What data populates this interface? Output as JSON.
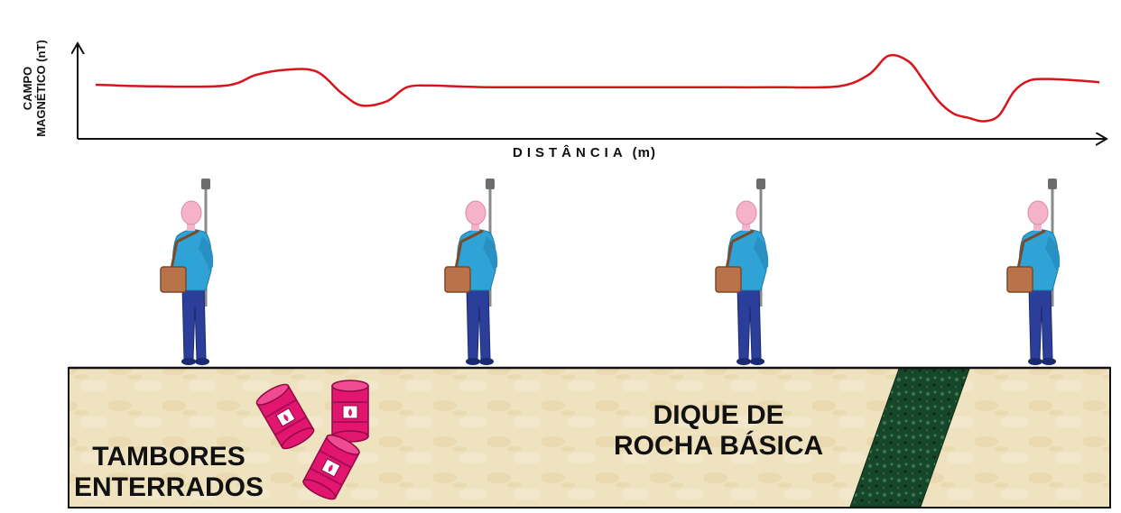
{
  "chart_data": {
    "type": "line",
    "title": "",
    "ylabel_lines": [
      "CAMPO",
      "MAGNÉTICO (nT)"
    ],
    "xlabel": "DISTÂNCIA",
    "xlabel_unit": "(m)",
    "grid": false,
    "legend": "none",
    "series": [
      {
        "color": "#d8141c",
        "shape": "magnetic anomaly profile",
        "note_x_unit": "fraction of profile length",
        "note_y_unit": "relative field strength",
        "x": [
          0.0,
          0.06,
          0.13,
          0.16,
          0.19,
          0.22,
          0.245,
          0.265,
          0.29,
          0.31,
          0.335,
          0.36,
          0.395,
          0.445,
          0.5,
          0.56,
          0.62,
          0.68,
          0.74,
          0.77,
          0.79,
          0.81,
          0.825,
          0.84,
          0.855,
          0.87,
          0.885,
          0.9,
          0.915,
          0.93,
          0.95,
          0.98,
          1.0
        ],
        "y": [
          0.5,
          0.48,
          0.49,
          0.62,
          0.68,
          0.66,
          0.4,
          0.25,
          0.3,
          0.47,
          0.49,
          0.48,
          0.47,
          0.47,
          0.47,
          0.47,
          0.47,
          0.47,
          0.48,
          0.62,
          0.85,
          0.78,
          0.55,
          0.3,
          0.15,
          0.1,
          0.06,
          0.13,
          0.42,
          0.55,
          0.57,
          0.55,
          0.53
        ]
      }
    ]
  },
  "labels": {
    "tambores_line1": "TAMBORES",
    "tambores_line2": "ENTERRADOS",
    "dique_line1": "DIQUE DE",
    "dique_line2": "ROCHA BÁSICA"
  },
  "colors": {
    "curve": "#d8141c",
    "ground": "#efe2be",
    "dike": "#17462a",
    "barrel": "#e2156f",
    "shirt": "#2fa3d6",
    "pants": "#2b3f9a",
    "skin": "#f5b3c9",
    "bag": "#b9724a"
  },
  "surveyors": [
    "surveyor-1",
    "surveyor-2",
    "surveyor-3",
    "surveyor-4"
  ]
}
